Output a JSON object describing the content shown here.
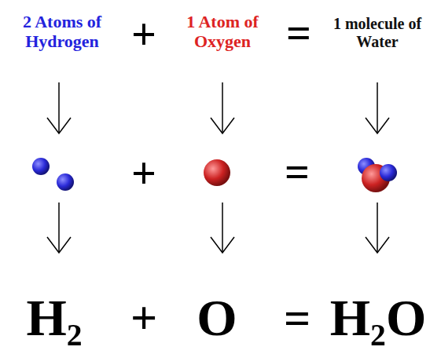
{
  "diagram": {
    "labels": [
      "2 Atoms of Hydrogen",
      "+",
      "1 Atom of Oxygen",
      "=",
      "1 molecule of Water",
      "+",
      "=",
      "H₂",
      "+",
      "O",
      "=",
      "H₂O"
    ]
  }
}
